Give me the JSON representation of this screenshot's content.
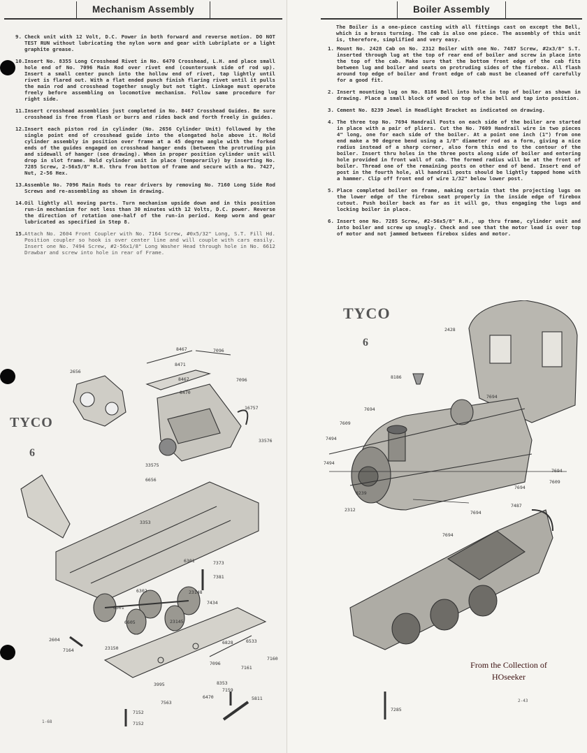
{
  "left_page": {
    "title": "Mechanism Assembly",
    "steps": [
      {
        "num": "9.",
        "text": "Check unit with 12 Volt, D.C. Power in both forward and reverse motion. DO NOT TEST RUN without lubricating the nylon worm and gear with Lubriplate or a light graphite grease."
      },
      {
        "num": "10.",
        "text": "Insert No. 8355 Long Crosshead Rivet in No. 6470 Crosshead, L.H. and place small hole end of No. 7096 Main Rod over rivet end (countersunk side of rod up). Insert a small center punch into the hollow end of rivet, tap lightly until rivet is flared out. With a flat ended punch finish flaring rivet until it pulls the main rod and crosshead together snugly but not tight. Linkage must operate freely before assembling on locomotive mechanism. Follow same procedure for right side."
      },
      {
        "num": "11.",
        "text": "Insert crosshead assemblies just completed in No. 8467 Crosshead Guides. Be sure crosshead is free from flash or burrs and rides back and forth freely in guides."
      },
      {
        "num": "12.",
        "text": "Insert each piston rod in cylinder (No. 2656 Cylinder Unit) followed by the single point end of crosshead guide into the elongated hole above it. Hold cylinder assembly in position over frame at a 45 degree angle with the forked ends of the guides engaged on crosshead hanger ends (between the protruding pin and sidewall of hanger (see drawing). When in proper position cylinder unit will drop in slot frame. Hold cylinder unit in place (temporarily) by inserting No. 7285 Screw, 2-56x5/8\" R.H. thru from bottom of frame and secure with a No. 7427, Nut, 2-56 Hex."
      },
      {
        "num": "13.",
        "text": "Assemble No. 7096 Main Rods to rear drivers by removing No. 7160 Long Side Rod Screws and re-assembling as shown in drawing."
      },
      {
        "num": "14.",
        "text": "Oil lightly all moving parts. Turn mechanism upside down and in this position run-in mechanism for not less than 30 minutes with 12 Volts, D.C. power. Reverse the direction of rotation one-half of the run-in period. Keep worm and gear lubricated as specified in Step 8."
      },
      {
        "num": "15.",
        "text": "Attach No. 2604 Front Coupler with No. 7164 Screw, #0x5/32\" Long, S.T. Fill Hd. Position coupler so hook is over center line and will couple with cars easily. Insert one No. 7494 Screw, #2-56x1/8\" Long Washer Head through hole in No. 6612 Drawbar and screw into hole in rear of Frame."
      }
    ],
    "logo": "TYCO",
    "badge": "6",
    "page_number": "1-68",
    "part_labels": [
      "8467",
      "7096",
      "8471",
      "2656",
      "8467",
      "7096",
      "8470",
      "16757",
      "33576",
      "33575",
      "6656",
      "3353",
      "6301",
      "7373",
      "7381",
      "6302",
      "23148",
      "7434",
      "6301",
      "6605",
      "23145",
      "2604",
      "7164",
      "23150",
      "6533",
      "6828",
      "7160",
      "7096",
      "7161",
      "8353",
      "7159",
      "5811",
      "3995",
      "7563",
      "6470",
      "7152",
      "7152"
    ]
  },
  "right_page": {
    "title": "Boiler Assembly",
    "intro": "The Boiler is a one-piece casting with all fittings cast on except the Bell, which is a brass turning. The cab is also one piece. The assembly of this unit is, therefore, simplified and very easy.",
    "steps": [
      {
        "num": "1.",
        "text": "Mount No. 2428 Cab on No. 2312 Boiler with one No. 7487 Screw, #2x3/8\" S.T. inserted through lug at the top of rear end of boiler and screw in place into the top of the cab. Make sure that the bottom front edge of the cab fits between lug and boiler and seats on protruding sides of the firebox. All flash around top edge of boiler and front edge of cab must be cleaned off carefully for a good fit."
      },
      {
        "num": "2.",
        "text": "Insert mounting lug on No. 8186 Bell into hole in top of boiler as shown in drawing. Place a small block of wood on top of the bell and tap into position."
      },
      {
        "num": "3.",
        "text": "Cement No. 8239 Jewel in Headlight Bracket as indicated on drawing."
      },
      {
        "num": "4.",
        "text": "The three top No. 7694 Handrail Posts on each side of the boiler are started in place with a pair of pliers. Cut the No. 7609 Handrail wire in two pieces 4\" long, one for each side of the boiler. At a point one inch (1\") from one end make a 90 degree bend using a 1/8\" diameter rod as a form, giving a nice radius instead of a sharp corner, also form this end to the contour of the boiler. Insert thru holes in the three posts along side of boiler and entering hole provided in front wall of cab. The formed radius will be at the front of boiler. Thread one of the remaining posts on other end of bend. Insert end of post in the fourth hole, all handrail posts should be lightly tapped home with a hammer. Clip off front end of wire 1/32\" below lower post."
      },
      {
        "num": "5.",
        "text": "Place completed boiler on frame, making certain that the projecting lugs on the lower edge of the firebox seat properly in the inside edge of firebox cutout. Push boiler back as far as it will go, thus engaging the lugs and locking boiler in place."
      },
      {
        "num": "6.",
        "text": "Insert one No. 7285 Screw, #2-56x5/8\" R.H., up thru frame, cylinder unit and into boiler and screw up snugly. Check and see that the motor lead is over top of motor and not jammed between firebox sides and motor."
      }
    ],
    "logo": "TYCO",
    "badge": "6",
    "page_number": "2-43",
    "credit_line1": "From the Collection of",
    "credit_line2": "HOseeker",
    "part_labels": [
      "2428",
      "8186",
      "7694",
      "7694",
      "7609",
      "7494",
      "7494",
      "8239",
      "2312",
      "7694",
      "7609",
      "7694",
      "7487",
      "7694",
      "7694",
      "7285"
    ]
  }
}
